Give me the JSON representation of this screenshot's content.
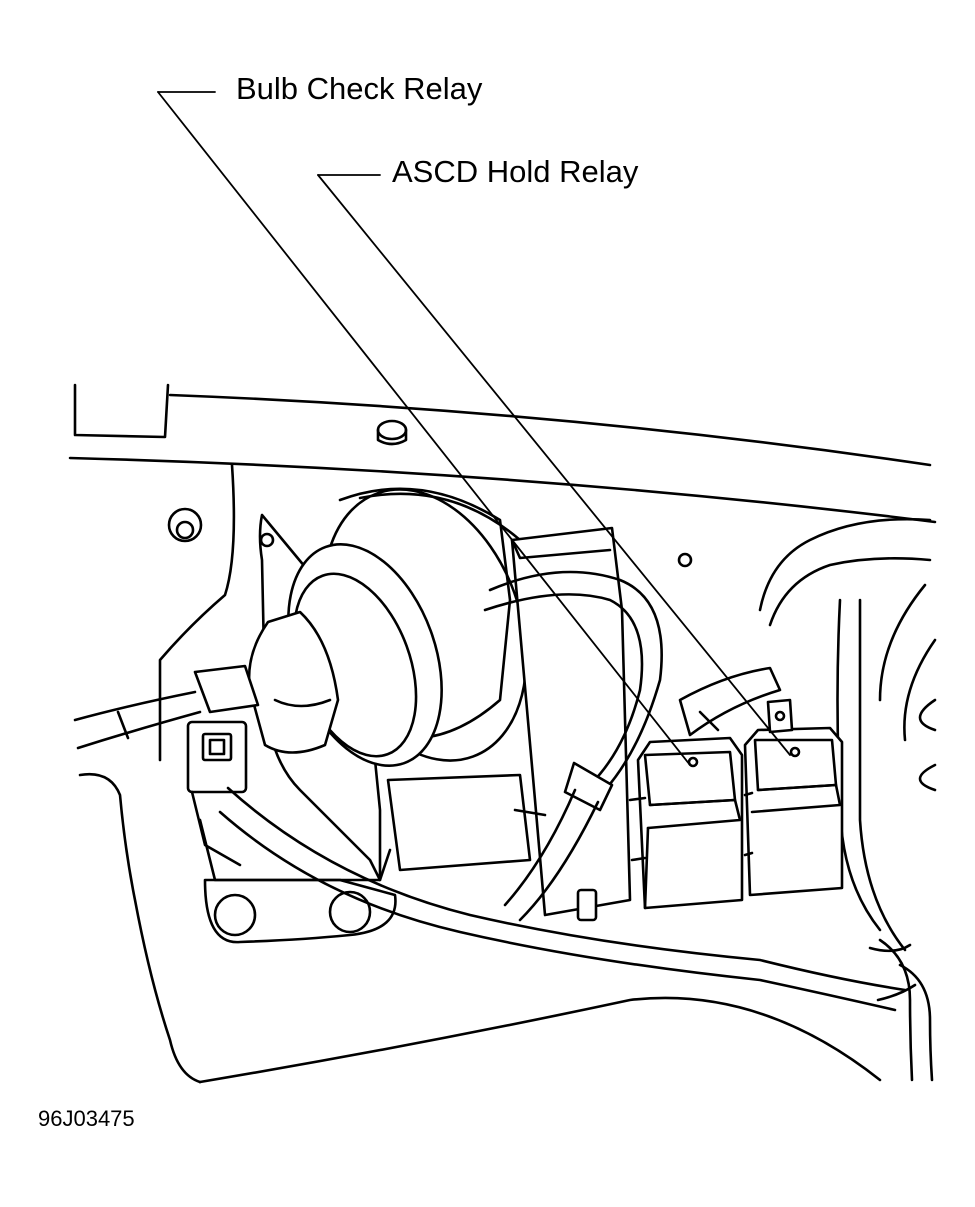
{
  "labels": {
    "bulb_check_relay": "Bulb Check Relay",
    "ascd_hold_relay": "ASCD Hold Relay",
    "figure_id": "96J03475"
  },
  "colors": {
    "line": "#000000",
    "background": "#ffffff"
  }
}
